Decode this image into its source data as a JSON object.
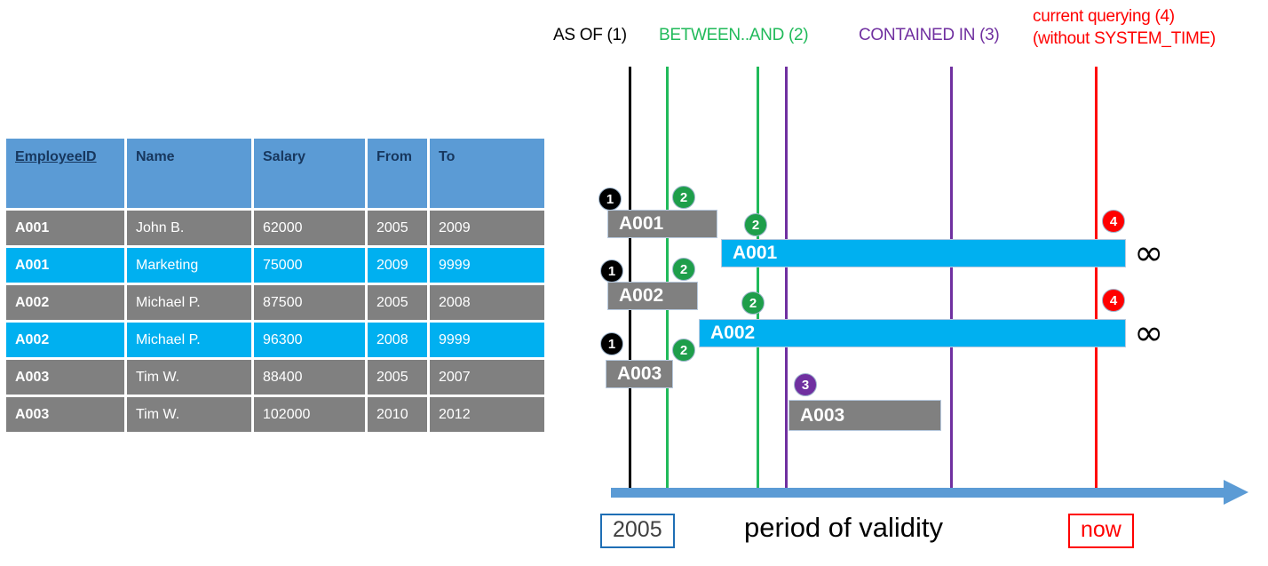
{
  "table": {
    "columns": [
      "EmployeeID",
      "Name",
      "Salary",
      "From",
      "To"
    ],
    "rows": [
      {
        "style": "gray",
        "id": "A001",
        "name": "John  B.",
        "salary": "62000",
        "from": "2005",
        "to": "2009"
      },
      {
        "style": "cyan",
        "id": "A001",
        "name": "Marketing",
        "salary": "75000",
        "from": "2009",
        "to": "9999"
      },
      {
        "style": "gray",
        "id": "A002",
        "name": "Michael P.",
        "salary": "87500",
        "from": "2005",
        "to": "2008"
      },
      {
        "style": "cyan",
        "id": "A002",
        "name": "Michael P.",
        "salary": "96300",
        "from": "2008",
        "to": "9999"
      },
      {
        "style": "gray",
        "id": "A003",
        "name": "Tim W.",
        "salary": "88400",
        "from": "2005",
        "to": "2007"
      },
      {
        "style": "gray",
        "id": "A003",
        "name": "Tim W.",
        "salary": "102000",
        "from": "2010",
        "to": "2012"
      }
    ]
  },
  "legend": {
    "as_of": "AS OF (1)",
    "between_and": "BETWEEN..AND (2)",
    "contained_in": "CONTAINED IN (3)",
    "current_line1": "current querying (4)",
    "current_line2": "(without SYSTEM_TIME)"
  },
  "colors": {
    "black": "#000000",
    "green": "#20BA5A",
    "purple": "#7030A0",
    "red": "#FF0000",
    "cyan": "#00B0F0",
    "gray": "#808080",
    "header_blue": "#5B9BD5",
    "axis_blue": "#5B9BD5"
  },
  "timeline": {
    "bars": [
      {
        "label": "A001",
        "style": "gray"
      },
      {
        "label": "A001",
        "style": "cyan"
      },
      {
        "label": "A002",
        "style": "gray"
      },
      {
        "label": "A002",
        "style": "cyan"
      },
      {
        "label": "A003",
        "style": "gray"
      },
      {
        "label": "A003",
        "style": "gray"
      }
    ],
    "badges": [
      {
        "num": "1"
      },
      {
        "num": "2"
      },
      {
        "num": "2"
      },
      {
        "num": "4"
      },
      {
        "num": "1"
      },
      {
        "num": "2"
      },
      {
        "num": "2"
      },
      {
        "num": "4"
      },
      {
        "num": "1"
      },
      {
        "num": "2"
      },
      {
        "num": "3"
      }
    ],
    "infinity_symbol": "∞",
    "axis_start_label": "2005",
    "axis_end_label": "now",
    "axis_title": "period of validity"
  }
}
